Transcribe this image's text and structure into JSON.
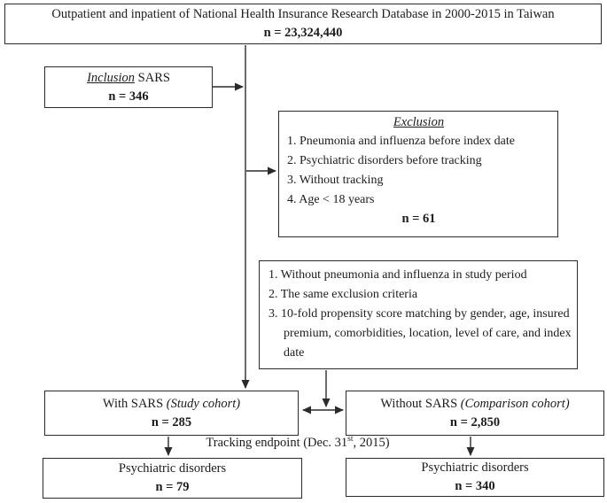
{
  "colors": {
    "border": "#2b2b2b",
    "text": "#1c1c1c",
    "background": "#ffffff"
  },
  "boxes": {
    "database": {
      "line1": "Outpatient and inpatient of National Health Insurance Research Database in 2000-2015 in Taiwan",
      "n": "n = 23,324,440"
    },
    "inclusion": {
      "title": "Inclusion",
      "title_rest": "SARS",
      "n": "n = 346"
    },
    "exclusion": {
      "title": "Exclusion",
      "items": [
        "1. Pneumonia and influenza before index date",
        "2. Psychiatric disorders before tracking",
        "3. Without tracking",
        "4. Age < 18 years"
      ],
      "n": "n = 61"
    },
    "matching": {
      "items": [
        "1. Without pneumonia and influenza in study period",
        "2. The same exclusion criteria",
        "3. 10-fold propensity score matching by gender, age, insured premium, comorbidities, location, level of care, and index date"
      ]
    },
    "study_cohort": {
      "label": "With SARS",
      "label_note": "(Study cohort)",
      "n": "n = 285"
    },
    "comparison_cohort": {
      "label": "Without SARS",
      "label_note": "(Comparison cohort)",
      "n": "n = 2,850"
    },
    "outcome_study": {
      "label": "Psychiatric disorders",
      "n": "n = 79"
    },
    "outcome_comparison": {
      "label": "Psychiatric disorders",
      "n": "n = 340"
    }
  },
  "labels": {
    "tracking_prefix": "Tracking endpoint (Dec. 31",
    "tracking_sup": "st",
    "tracking_suffix": ", 2015)"
  }
}
